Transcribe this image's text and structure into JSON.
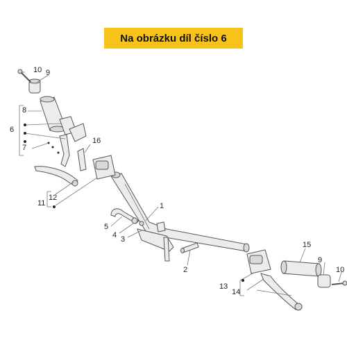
{
  "banner": {
    "text": "Na obrázku díl číslo 6"
  },
  "diagram": {
    "labels": {
      "n1": "1",
      "n2": "2",
      "n3": "3",
      "n4": "4",
      "n5": "5",
      "n6": "6",
      "n7": "7",
      "n8": "8",
      "n9a": "9",
      "n9b": "9",
      "n10a": "10",
      "n10b": "10",
      "n11": "11",
      "n12": "12",
      "n13": "13",
      "n14": "14",
      "n15": "15",
      "n16": "16"
    }
  },
  "colors": {
    "banner": "#f7c21a",
    "part_fill": "#ececec",
    "part_stroke": "#555555"
  }
}
